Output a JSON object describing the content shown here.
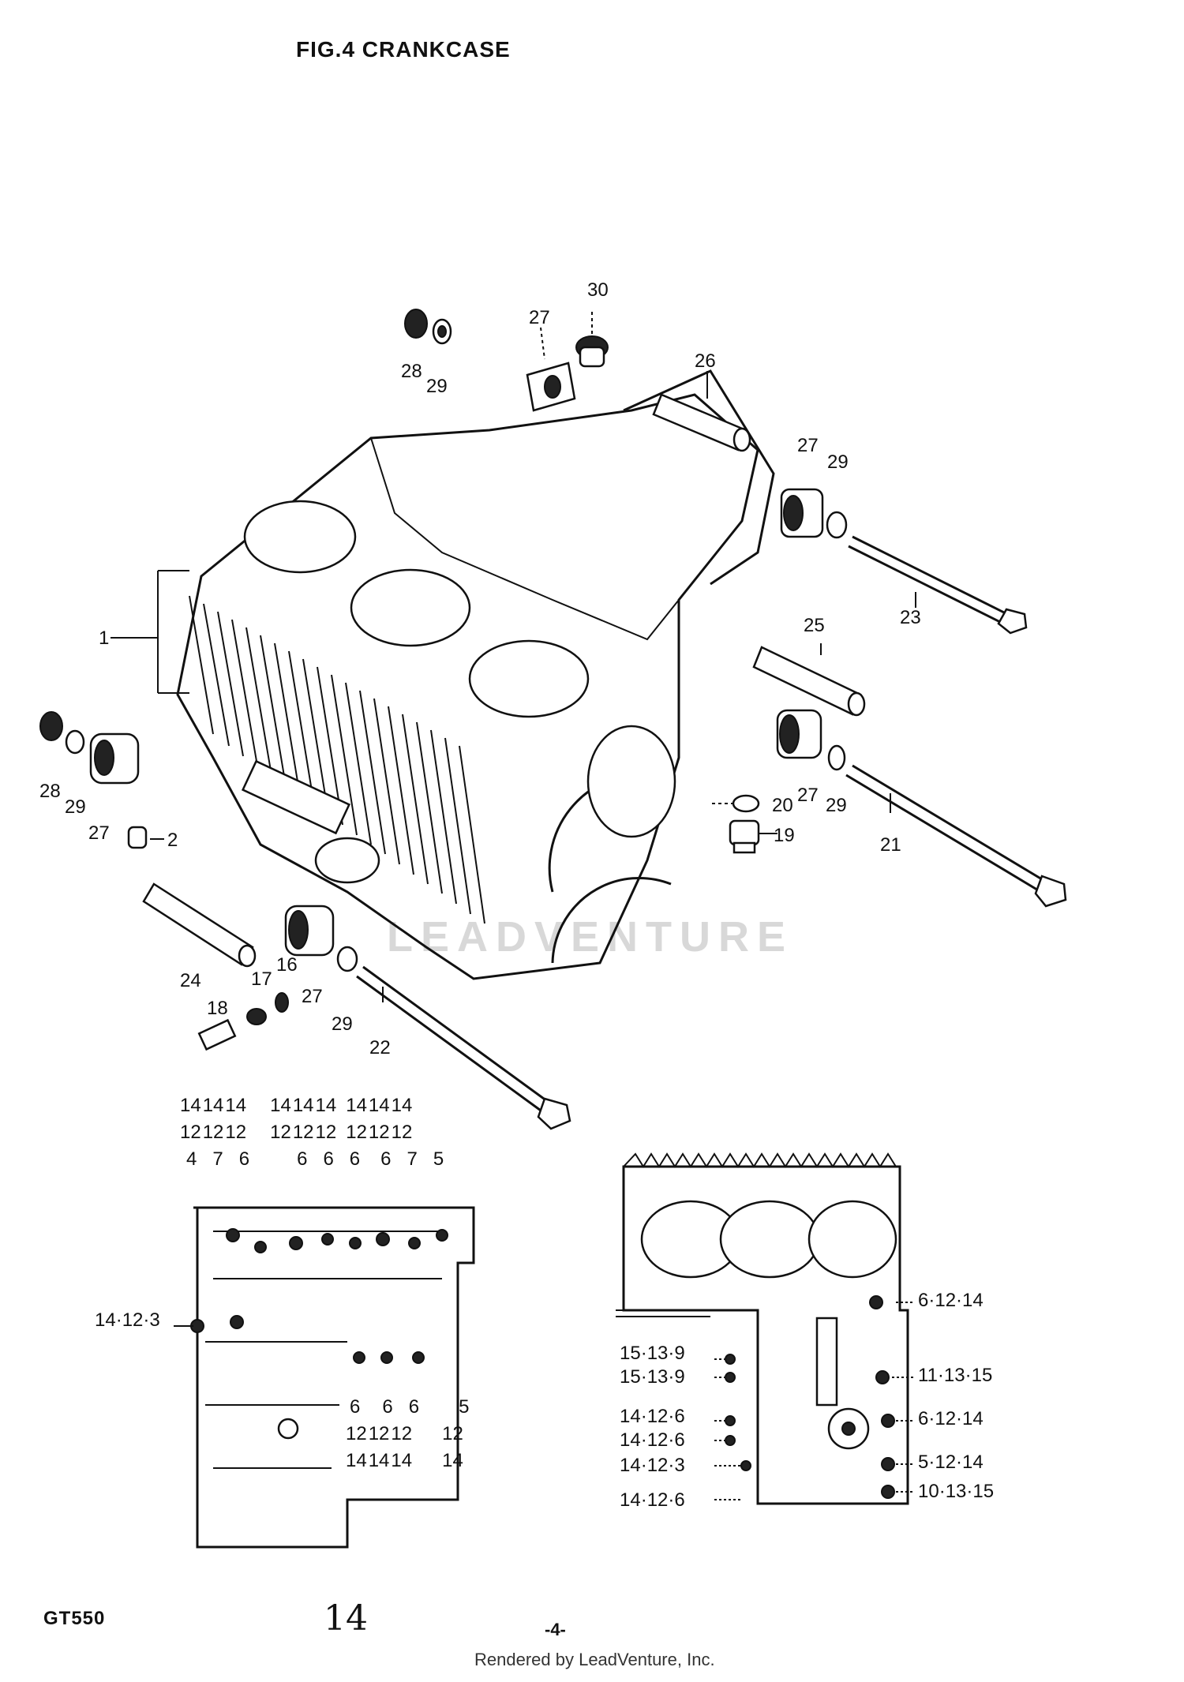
{
  "title": "FIG.4  CRANKCASE",
  "watermark": "LEADVENTURE",
  "footer": {
    "model": "GT550",
    "page_handwritten": "14",
    "page": "-4-",
    "rendered_by": "Rendered by LeadVenture, Inc."
  },
  "callouts": {
    "p1": "1",
    "p2": "2",
    "p16": "16",
    "p17": "17",
    "p18": "18",
    "p19": "19",
    "p20": "20",
    "p21": "21",
    "p22": "22",
    "p23": "23",
    "p24": "24",
    "p25": "25",
    "p26": "26",
    "p27a": "27",
    "p27b": "27",
    "p27c": "27",
    "p27d": "27",
    "p27e": "27",
    "p28a": "28",
    "p28b": "28",
    "p29a": "29",
    "p29b": "29",
    "p29c": "29",
    "p29d": "29",
    "p29e": "29",
    "p30": "30"
  },
  "bolt_chart_left": {
    "top_row1": [
      "14",
      "14",
      "14",
      "14",
      "14",
      "14",
      "14",
      "14",
      "14"
    ],
    "top_row2": [
      "12",
      "12",
      "12",
      "12",
      "12",
      "12",
      "12",
      "12",
      "12"
    ],
    "top_row3": [
      "4",
      "7",
      "6",
      "6",
      "6",
      "6",
      "6",
      "7",
      "5"
    ],
    "side_label": "14·12·3",
    "bottom_row1": [
      "6",
      "6",
      "6",
      "5"
    ],
    "bottom_row2": [
      "12",
      "12",
      "12",
      "12"
    ],
    "bottom_row3": [
      "14",
      "14",
      "14",
      "14"
    ]
  },
  "bolt_chart_right": {
    "left_labels": [
      "15·13·9",
      "15·13·9",
      "14·12·6",
      "14·12·6",
      "14·12·3",
      "14·12·6"
    ],
    "right_labels": [
      "6·12·14",
      "11·13·15",
      "6·12·14",
      "5·12·14",
      "10·13·15"
    ]
  }
}
